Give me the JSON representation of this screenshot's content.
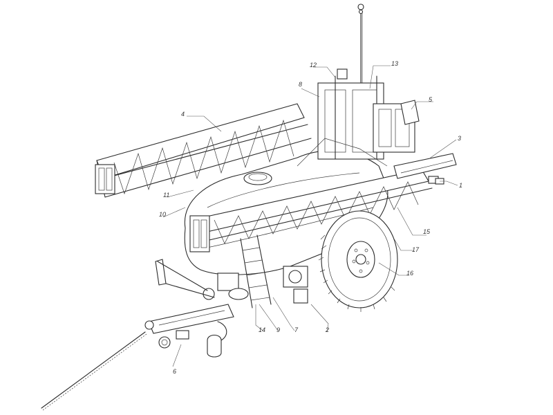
{
  "callouts": [
    {
      "id": "1",
      "text": "1"
    },
    {
      "id": "2",
      "text": "2"
    },
    {
      "id": "3",
      "text": "3"
    },
    {
      "id": "4",
      "text": "4"
    },
    {
      "id": "5",
      "text": "5"
    },
    {
      "id": "6",
      "text": "6"
    },
    {
      "id": "7",
      "text": "7"
    },
    {
      "id": "8",
      "text": "8"
    },
    {
      "id": "9",
      "text": "9"
    },
    {
      "id": "10",
      "text": "10"
    },
    {
      "id": "11",
      "text": "11"
    },
    {
      "id": "12",
      "text": "12"
    },
    {
      "id": "13",
      "text": "13"
    },
    {
      "id": "14",
      "text": "14"
    },
    {
      "id": "15",
      "text": "15"
    },
    {
      "id": "16",
      "text": "16"
    },
    {
      "id": "17",
      "text": "17"
    }
  ]
}
